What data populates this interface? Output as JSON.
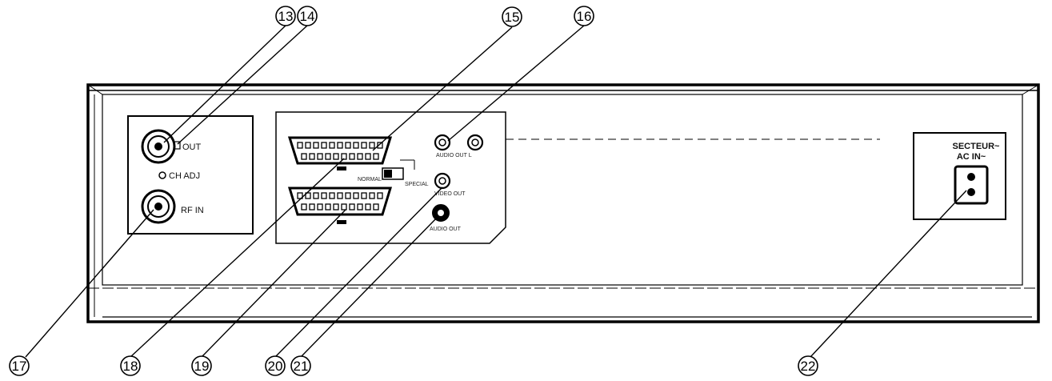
{
  "callouts": [
    "13",
    "14",
    "15",
    "16",
    "17",
    "18",
    "19",
    "20",
    "21",
    "22"
  ],
  "panel_labels": {
    "rf_out": "OUT",
    "ch_adj": "CH ADJ",
    "rf_in": "RF IN",
    "normal": "NORMAL",
    "switch_side": "SPECIAL",
    "jack_top": "AUDIO OUT L",
    "jack_video": "VIDEO OUT",
    "jack_audio": "AUDIO OUT",
    "ac_in_line1": "SECTEUR~",
    "ac_in_line2": "AC IN~"
  }
}
